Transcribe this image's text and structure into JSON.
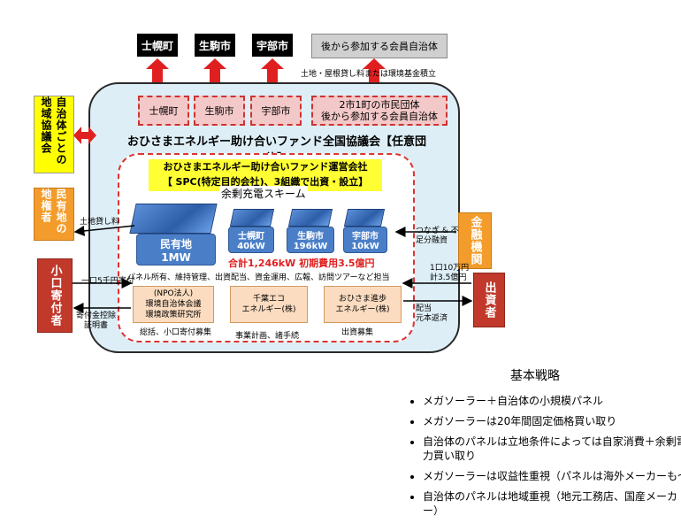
{
  "top_boxes": [
    "士幌町",
    "生駒市",
    "宇部市",
    "後から参加する会員自治体"
  ],
  "top_note": "土地・屋根貸し料または環境基金積立",
  "pink_boxes": [
    "士幌町",
    "生駒市",
    "宇部市",
    "2市1町の市民団体\n後から参加する会員自治体"
  ],
  "council_title": "おひさまエネルギー助け合いファンド全国協議会【任意団体】",
  "left_side": {
    "regional": "自治体ごとの地域協議会",
    "landowner": "民有地の地権者",
    "donor": "小口寄付者"
  },
  "right_side": {
    "bank": "金融機関",
    "investor": "出資者"
  },
  "company": {
    "line1": "おひさまエネルギー助け合いファンド運営会社",
    "line2": "【 SPC(特定目的会社)、3組織で出資・設立】",
    "scheme": "余剰充電スキーム"
  },
  "plants": [
    {
      "name": "民有地",
      "capacity": "1MW"
    },
    {
      "name": "士幌町",
      "capacity": "40kW"
    },
    {
      "name": "生駒市",
      "capacity": "196kW"
    },
    {
      "name": "宇部市",
      "capacity": "10kW"
    }
  ],
  "total_text": "合計1,246kW  初期費用3.5億円",
  "flows": {
    "land_fee": "土地貸し料",
    "bridge_loan": "つなぎ & 不足分融資",
    "donation": "一口5千円寄付",
    "receipt": "寄付金控除\n証明書",
    "investment": "1口10万円\n計3.5億円",
    "dividend": "配当\n元本返済"
  },
  "roles_text": "パネル所有、維持管理、出資配当、資金運用、広報、訪問ツアーなど担当",
  "members": [
    {
      "name": "(NPO法人)\n環境自治体会議\n環境政策研究所",
      "role": "総括、小口寄付募集"
    },
    {
      "name": "千葉エコ\nエネルギー(株)",
      "role": "事業計画、諸手続"
    },
    {
      "name": "おひさま進歩\nエネルギー(株)",
      "role": "出資募集"
    }
  ],
  "strategy": {
    "title": "基本戦略",
    "items": [
      "メガソーラー＋自治体の小規模パネル",
      "メガソーラーは20年間固定価格買い取り",
      "自治体のパネルは立地条件によっては自家消費＋余剰電力買い取り",
      "メガソーラーは収益性重視（パネルは海外メーカーも～",
      "自治体のパネルは地域重視（地元工務店、国産メーカー）"
    ]
  },
  "colors": {
    "arrow_red": "#e02020",
    "panel_blue": "#4a7fc8",
    "side_orange": "#f39c2b",
    "side_red": "#c0392b",
    "yellow": "#ffff33"
  }
}
